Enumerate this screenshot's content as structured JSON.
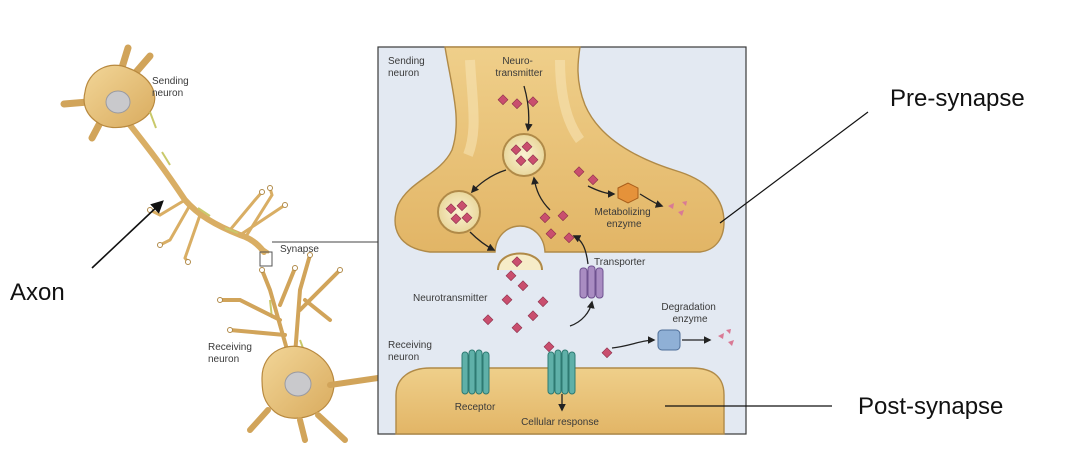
{
  "outer_labels": {
    "pre_synapse": "Pre-synapse",
    "axon": "Axon",
    "post_synapse": "Post-synapse"
  },
  "neuron_overview": {
    "sending_neuron": [
      "Sending",
      "neuron"
    ],
    "receiving_neuron": [
      "Receiving",
      "neuron"
    ],
    "synapse": "Synapse"
  },
  "detail_panel": {
    "sending_neuron": [
      "Sending",
      "neuron"
    ],
    "receiving_neuron": [
      "Receiving",
      "neuron"
    ],
    "neurotransmitter_top": [
      "Neuro-",
      "transmitter"
    ],
    "neurotransmitter_cleft": "Neurotransmitter",
    "metabolizing_enzyme": [
      "Metabolizing",
      "enzyme"
    ],
    "transporter": "Transporter",
    "degradation_enzyme": [
      "Degradation",
      "enzyme"
    ],
    "receptor": "Receptor",
    "cellular_response": "Cellular response"
  },
  "colors": {
    "neuron_fill": "#e8c27c",
    "neuron_light": "#f5dea6",
    "neuron_stroke": "#a7803c",
    "panel_bg": "#e3e9f2",
    "molecule": "#c94e6e",
    "receptor": "#5fb0a8",
    "transporter": "#a98cc2",
    "degradation_enzyme": "#8fb0d6",
    "metabolizing_enzyme": "#e5923a"
  }
}
